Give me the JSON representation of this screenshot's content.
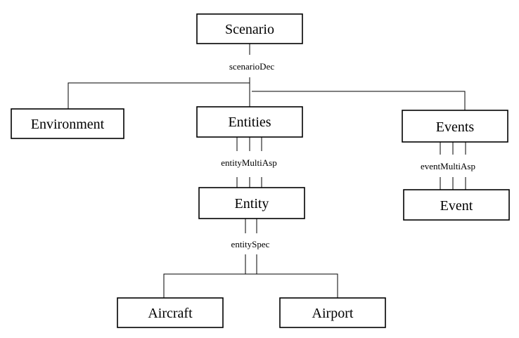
{
  "diagram": {
    "nodes": {
      "scenario": "Scenario",
      "environment": "Environment",
      "entities": "Entities",
      "events": "Events",
      "entity": "Entity",
      "event": "Event",
      "aircraft": "Aircraft",
      "airport": "Airport"
    },
    "connectors": {
      "scenario_dec": "scenarioDec",
      "entity_multi_asp": "entityMultiAsp",
      "event_multi_asp": "eventMultiAsp",
      "entity_spec": "entitySpec"
    }
  }
}
